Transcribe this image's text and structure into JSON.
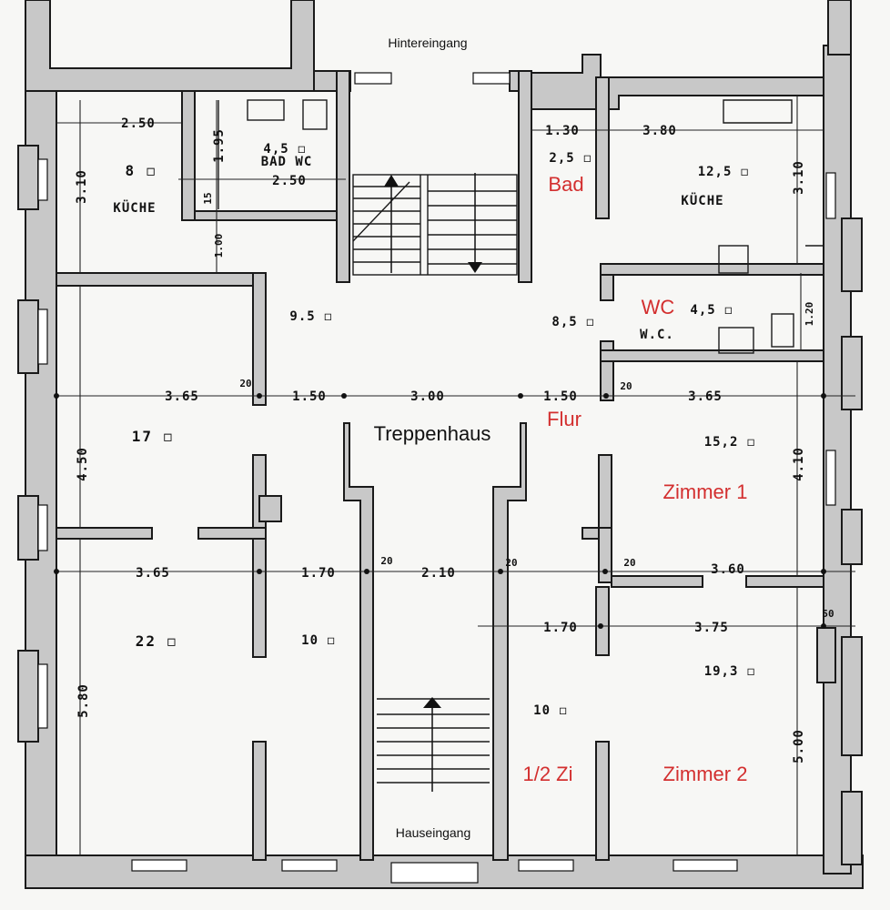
{
  "labels": {
    "hintereingang": "Hintereingang",
    "hauseingang": "Hauseingang",
    "treppenhaus": "Treppenhaus"
  },
  "red_labels": {
    "bad": "Bad",
    "wc": "WC",
    "flur": "Flur",
    "zimmer1": "Zimmer 1",
    "zimmer2": "Zimmer 2",
    "halbzi": "1/2 Zi"
  },
  "room_names": {
    "kueche_left": "KÜCHE",
    "kueche_right": "KÜCHE",
    "bad_wc": "BAD WC",
    "wc": "W.C."
  },
  "areas": {
    "kueche_left": "8 ◻",
    "bad_wc": "4,5 ◻",
    "bad_right": "2,5 ◻",
    "kueche_right": "12,5 ◻",
    "corridor_left": "9.5 ◻",
    "flur_right": "8,5 ◻",
    "wc_right": "4,5 ◻",
    "room17": "17 ◻",
    "zimmer1": "15,2 ◻",
    "room22": "22 ◻",
    "room10_left": "10 ◻",
    "halbzi": "10 ◻",
    "zimmer2": "19,3 ◻"
  },
  "dimensions": {
    "d_250_top": "2.50",
    "d_195": "1.95",
    "d_250_bad": "2.50",
    "d_310_left": "3.10",
    "d_15": "15",
    "d_100": "1.00",
    "d_130": "1.30",
    "d_380": "3.80",
    "d_310_right": "3.10",
    "d_120": "1.20",
    "d_365_a": "3.65",
    "d_20_a": "20",
    "d_150_a": "1.50",
    "d_300": "3.00",
    "d_150_b": "1.50",
    "d_20_b": "20",
    "d_365_b": "3.65",
    "d_450": "4.50",
    "d_410": "4.10",
    "d_365_c": "3.65",
    "d_170_a": "1.70",
    "d_20_c": "20",
    "d_210": "2.10",
    "d_20_d": "20",
    "d_20_e": "20",
    "d_360": "3.60",
    "d_170_b": "1.70",
    "d_375": "3.75",
    "d_50": "50",
    "d_580": "5.80",
    "d_500": "5.00"
  }
}
